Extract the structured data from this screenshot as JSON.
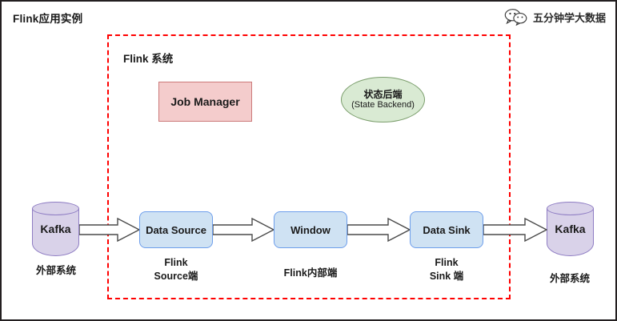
{
  "page": {
    "title": "Flink应用实例"
  },
  "watermark": {
    "icon": "wechat-icon",
    "text": "五分钟学大数据"
  },
  "flink_system": {
    "label": "Flink 系统",
    "border_color": "#ff0000",
    "border_style": "dashed"
  },
  "nodes": {
    "job_manager": {
      "label": "Job Manager",
      "fill": "#f4cccc",
      "stroke": "#cc7a7a"
    },
    "state_backend": {
      "label_zh": "状态后端",
      "label_en": "(State Backend)",
      "fill": "#d9ead3",
      "stroke": "#7b9e6c"
    },
    "kafka_left": {
      "label": "Kafka",
      "fill": "#d9d2e9",
      "stroke": "#8e7cc3"
    },
    "kafka_right": {
      "label": "Kafka",
      "fill": "#d9d2e9",
      "stroke": "#8e7cc3"
    },
    "data_source": {
      "label": "Data Source",
      "fill": "#cfe2f3",
      "stroke": "#6d9eeb"
    },
    "window": {
      "label": "Window",
      "fill": "#cfe2f3",
      "stroke": "#6d9eeb"
    },
    "data_sink": {
      "label": "Data Sink",
      "fill": "#cfe2f3",
      "stroke": "#6d9eeb"
    }
  },
  "captions": {
    "left_external": "外部系统",
    "source_stage": "Flink\nSource端",
    "internal_stage": "Flink内部端",
    "sink_stage": "Flink\nSink 端",
    "right_external": "外部系统"
  },
  "arrows": [
    {
      "name": "kafka-to-data-source",
      "direction": "right"
    },
    {
      "name": "data-source-to-window",
      "direction": "right"
    },
    {
      "name": "window-to-data-sink",
      "direction": "right"
    },
    {
      "name": "data-sink-to-kafka",
      "direction": "right"
    }
  ]
}
